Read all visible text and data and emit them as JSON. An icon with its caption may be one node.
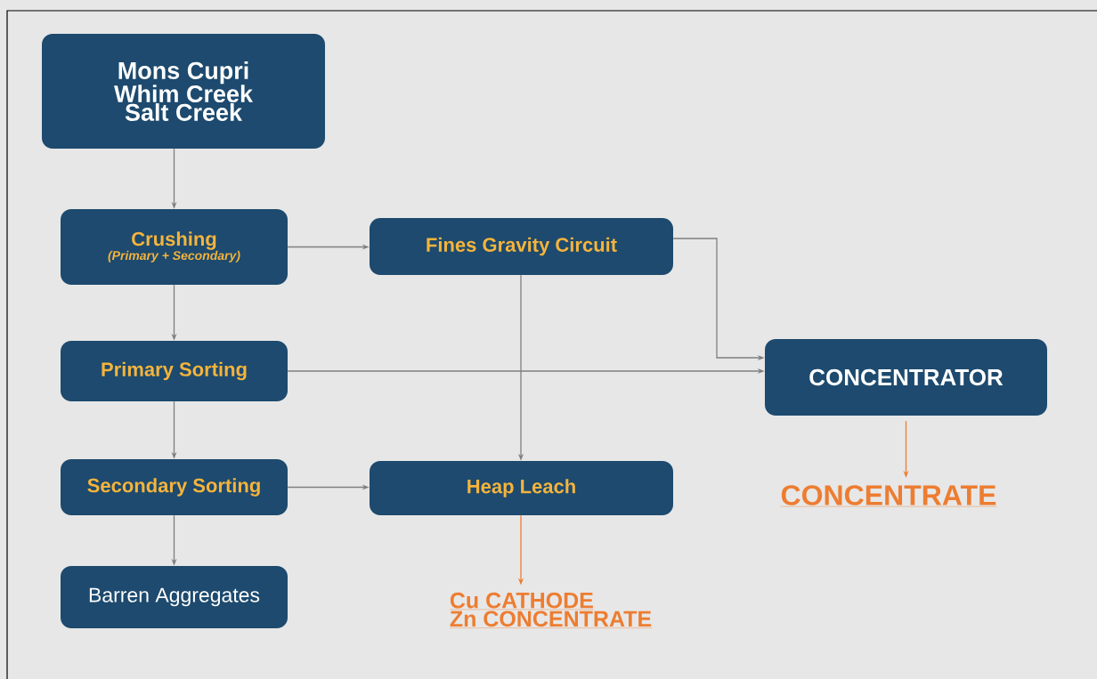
{
  "diagram": {
    "nodes": [
      {
        "text": [
          "Mons Cupri",
          "Whim Creek",
          "Salt Creek"
        ]
      },
      {
        "text": [
          "Crushing",
          "(Primary + Secondary)"
        ]
      },
      {
        "text": [
          "Fines Gravity Circuit"
        ]
      },
      {
        "text": [
          "Primary Sorting"
        ]
      },
      {
        "text": [
          "CONCENTRATOR"
        ]
      },
      {
        "text": [
          "Secondary Sorting"
        ]
      },
      {
        "text": [
          "Heap Leach"
        ]
      },
      {
        "text": [
          "Barren Aggregates"
        ]
      },
      {
        "text": [
          "CONCENTRATE"
        ]
      },
      {
        "text": [
          "Cu CATHODE",
          "Zn CONCENTRATE"
        ]
      }
    ],
    "edges": [
      {
        "from": 0,
        "to": 1,
        "arrow": "to"
      },
      {
        "from": 1,
        "to": 2,
        "arrow": "to"
      },
      {
        "from": 1,
        "to": 3,
        "arrow": "to"
      },
      {
        "from": 2,
        "to": 4,
        "arrow": "to"
      },
      {
        "from": 3,
        "to": 4,
        "arrow": "to"
      },
      {
        "from": 2,
        "to": 6,
        "arrow": "to"
      },
      {
        "from": 3,
        "to": 5,
        "arrow": "to"
      },
      {
        "from": 5,
        "to": 6,
        "arrow": "to"
      },
      {
        "from": 5,
        "to": 7,
        "arrow": "to"
      },
      {
        "from": 4,
        "to": 8,
        "arrow": "to",
        "color": "#ed7d31"
      },
      {
        "from": 6,
        "to": 9,
        "arrow": "to",
        "color": "#ed7d31"
      }
    ]
  }
}
